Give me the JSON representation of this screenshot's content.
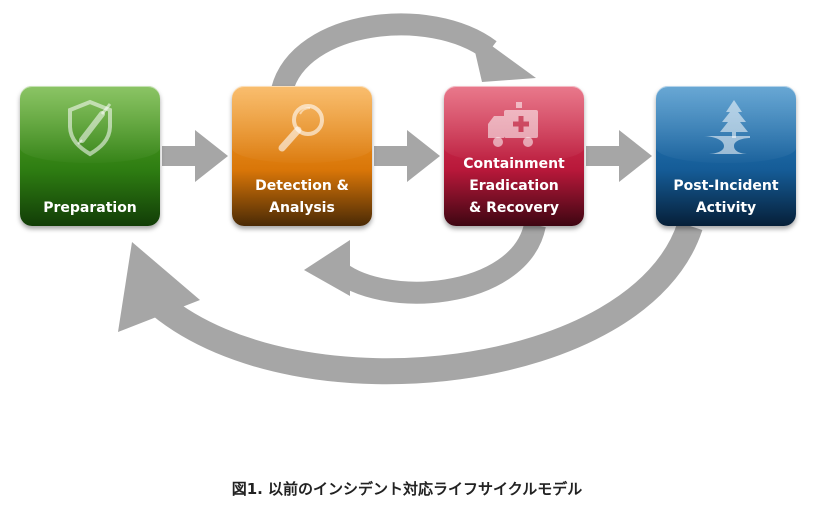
{
  "stages": [
    {
      "id": "preparation",
      "label_lines": [
        "Preparation"
      ],
      "icon": "shield-syringe-icon",
      "color": "#3f8f1c"
    },
    {
      "id": "detection",
      "label_lines": [
        "Detection &",
        "Analysis"
      ],
      "icon": "magnifier-icon",
      "color": "#e98a1b"
    },
    {
      "id": "containment",
      "label_lines": [
        "Containment",
        "Eradication",
        "& Recovery"
      ],
      "icon": "ambulance-icon",
      "color": "#c42a46"
    },
    {
      "id": "post_incident",
      "label_lines": [
        "Post-Incident",
        "Activity"
      ],
      "icon": "tree-road-icon",
      "color": "#1d6aa8"
    }
  ],
  "arrow_color": "#a6a6a6",
  "caption": "図1. 以前のインシデント対応ライフサイクルモデル"
}
